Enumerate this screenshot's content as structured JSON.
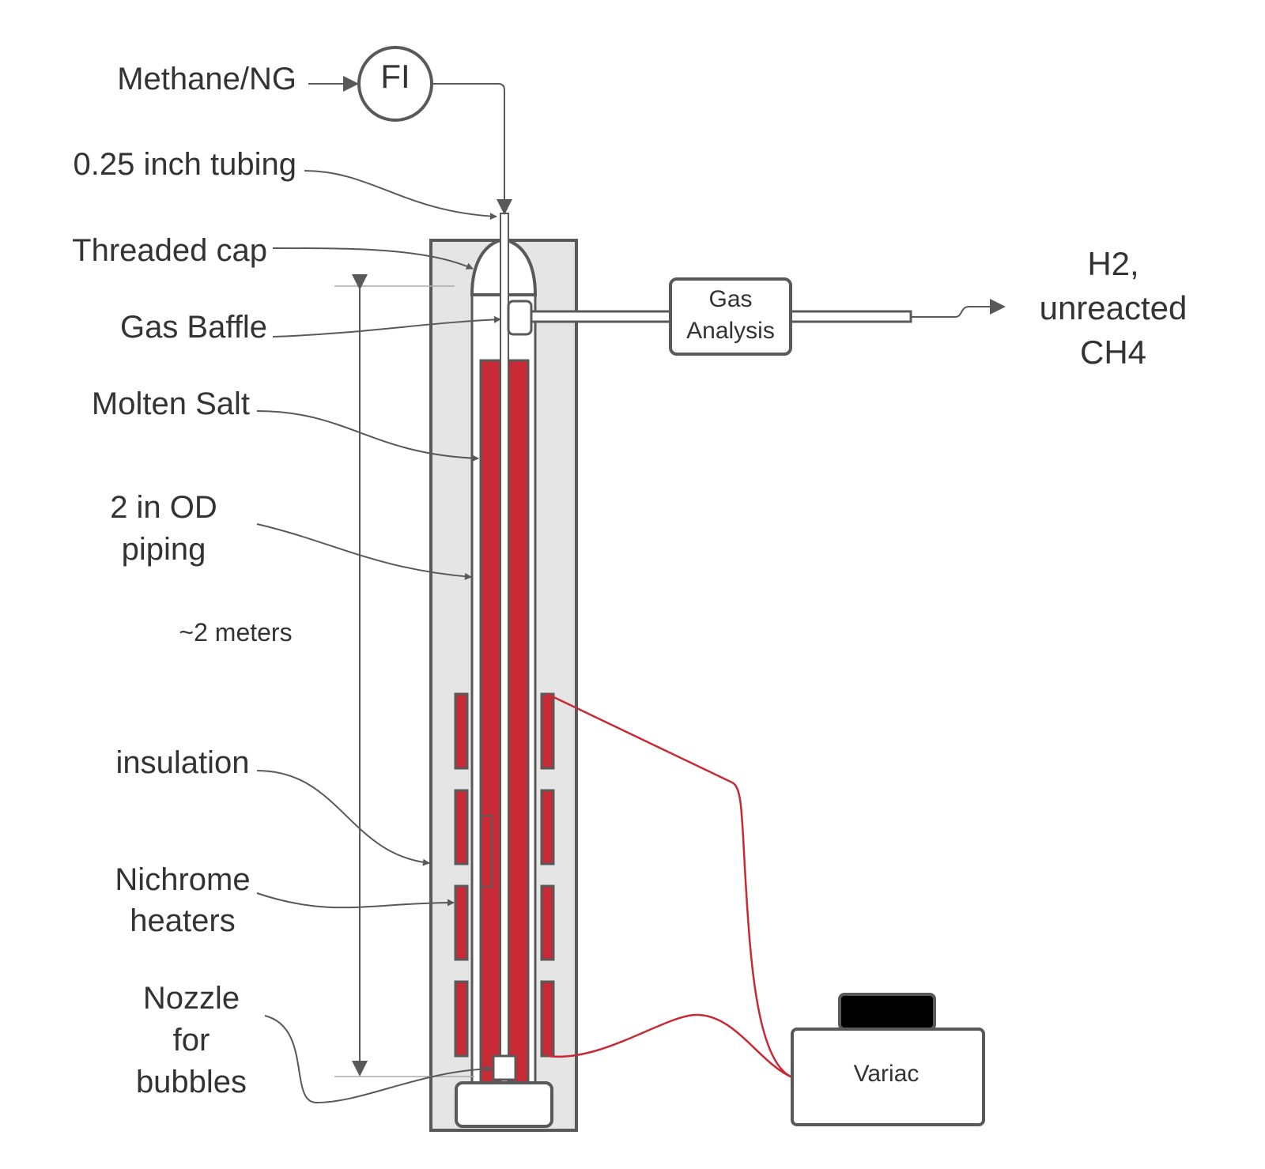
{
  "labels": {
    "methane": "Methane/NG",
    "tubing": "0.25 inch tubing",
    "cap": "Threaded cap",
    "baffle": "Gas Baffle",
    "salt": "Molten Salt",
    "piping_1": "2 in OD",
    "piping_2": "piping",
    "length": "~2 meters",
    "insulation": "insulation",
    "heaters_1": "Nichrome",
    "heaters_2": "heaters",
    "nozzle_1": "Nozzle",
    "nozzle_2": "for",
    "nozzle_3": "bubbles"
  },
  "flow_indicator": {
    "label": "FI"
  },
  "gas_analysis": {
    "line1": "Gas",
    "line2": "Analysis"
  },
  "product": {
    "line1": "H2,",
    "line2": "unreacted",
    "line3": "CH4"
  },
  "variac": {
    "label": "Variac"
  },
  "colors": {
    "salt": "#c72a35",
    "insulation": "#e5e5e5",
    "outline": "#595959",
    "wire": "#c72a35",
    "knob": "#000000",
    "text": "#333333"
  }
}
